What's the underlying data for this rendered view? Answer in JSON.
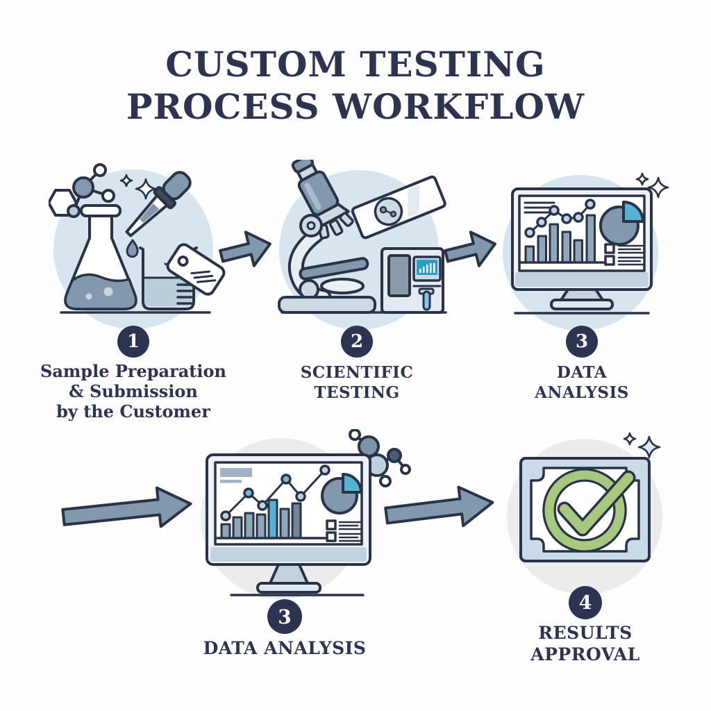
{
  "title": {
    "line1": "CUSTOM TESTING",
    "line2": "PROCESS WORKFLOW"
  },
  "steps": [
    {
      "number": "1",
      "label": "Sample Preparation & Submission by the Customer",
      "label_lines": [
        "Sample Preparation",
        "& Submission",
        "by the Customer"
      ],
      "icon": "lab-flask-beaker-dropper-icon"
    },
    {
      "number": "2",
      "label": "SCIENTIFIC TESTING",
      "label_lines": [
        "SCIENTIFIC",
        "TESTING"
      ],
      "icon": "microscope-analyzer-icon"
    },
    {
      "number": "3",
      "label": "DATA ANALYSIS",
      "label_lines": [
        "DATA",
        "ANALYSIS"
      ],
      "icon": "monitor-analytics-icon"
    },
    {
      "number": "3",
      "label": "DATA ANALYSIS",
      "label_lines": [
        "DATA ANALYSIS"
      ],
      "icon": "monitor-analytics-icon"
    },
    {
      "number": "4",
      "label": "RESULTS APPROVAL",
      "label_lines": [
        "RESULTS",
        "APPROVAL"
      ],
      "icon": "certificate-checkmark-icon"
    }
  ],
  "decorations": [
    "right-arrow-icon",
    "sparkle-icon",
    "molecule-icon"
  ],
  "colors": {
    "text_navy": "#2c3450",
    "outline_navy": "#2a3247",
    "arrow_fill": "#8298ad",
    "circle_blue": "#d8e4ee",
    "circle_gray": "#ececec",
    "bar_fill": "#8fa5b8",
    "accent_teal": "#56b1d3",
    "approval_green": "#a6c97e",
    "certificate_blue": "#c9dae8",
    "white": "#ffffff"
  }
}
